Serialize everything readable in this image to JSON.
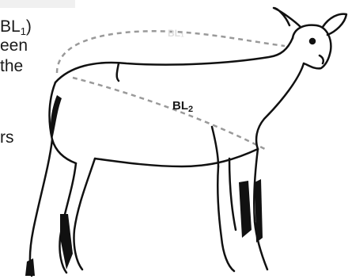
{
  "text_fragments": {
    "line1": "BL",
    "line1_sub": "1",
    "line1_close": ")",
    "line2": "een",
    "line3": "the",
    "line4": "rs"
  },
  "labels": {
    "bl1": "BL₁",
    "bl2": "BL",
    "bl2_sub": "2"
  },
  "colors": {
    "outline": "#111111",
    "dashed": "#9a9a9a",
    "topbar": "#f0f0f0"
  }
}
